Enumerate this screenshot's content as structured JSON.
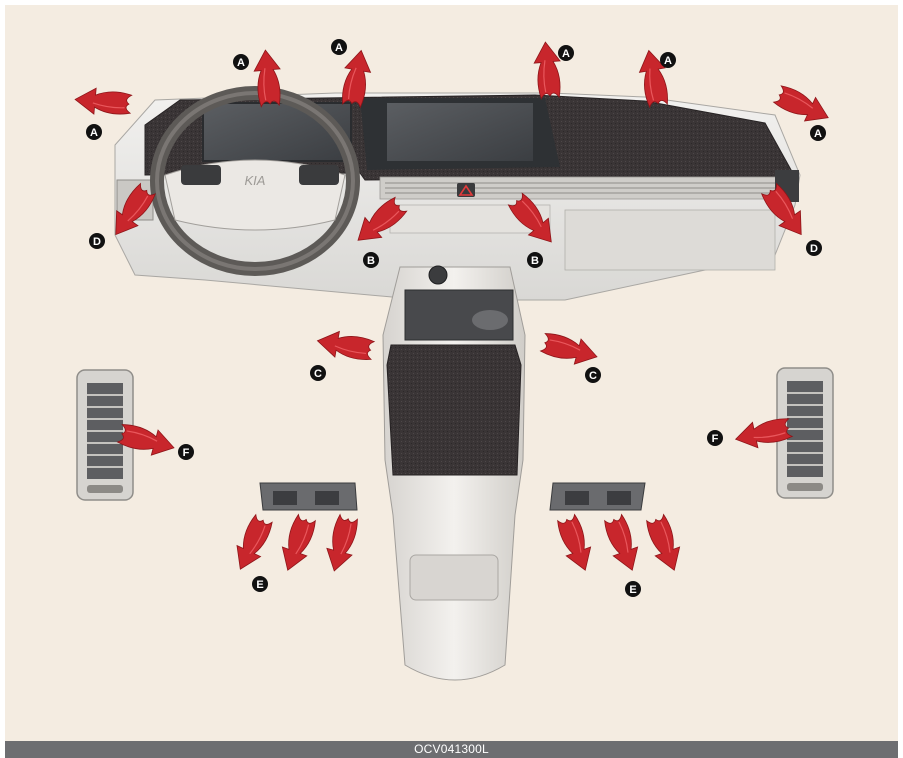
{
  "figure": {
    "code": "OCV041300L",
    "background_color": "#f4ece1",
    "caption_bar_color": "#6d6e71",
    "arrow_color": "#c8262c"
  },
  "vent_labels": {
    "a": "A",
    "b": "B",
    "c": "C",
    "d": "D",
    "e": "E",
    "f": "F"
  },
  "icons": [
    "airflow-arrow-icon",
    "hazard-warning-icon",
    "steering-wheel-emblem"
  ],
  "emblem_text": "KIA"
}
